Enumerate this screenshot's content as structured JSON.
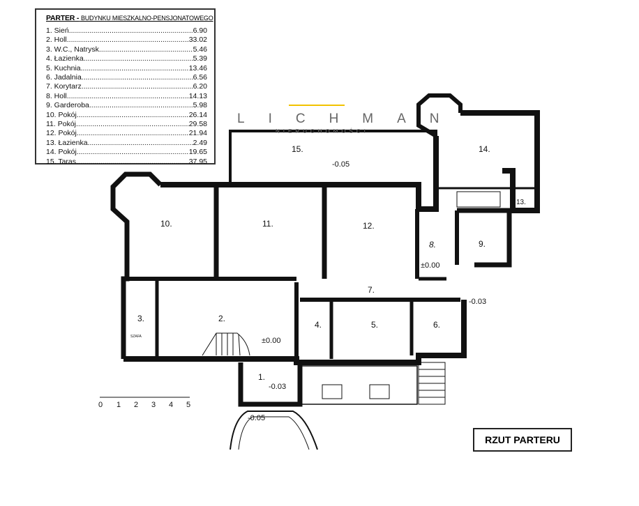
{
  "legend": {
    "title": "PARTER -",
    "subtitle": "BUDYNKU MIESZKALNO-PENSJONATOWEGO",
    "rooms": [
      {
        "name": "1. Sień",
        "area": "6.90"
      },
      {
        "name": "2. Holl",
        "area": "33.02"
      },
      {
        "name": "3. W.C., Natrysk",
        "area": "5.46"
      },
      {
        "name": "4. Łazienka",
        "area": "5.39"
      },
      {
        "name": "5. Kuchnia",
        "area": "13.46"
      },
      {
        "name": "6. Jadalnia",
        "area": "6.56"
      },
      {
        "name": "7. Korytarz",
        "area": "6.20"
      },
      {
        "name": "8. Holl",
        "area": "14.13"
      },
      {
        "name": "9. Garderoba",
        "area": "5.98"
      },
      {
        "name": "10. Pokój",
        "area": "26.14"
      },
      {
        "name": "11. Pokój",
        "area": "29.58"
      },
      {
        "name": "12. Pokój",
        "area": "21.94"
      },
      {
        "name": "13. Łazienka",
        "area": "2.49"
      },
      {
        "name": "14. Pokój",
        "area": "19.65"
      },
      {
        "name": "15. Taras",
        "area": "37.95"
      }
    ]
  },
  "watermark": {
    "brand": "LICHMAN",
    "sub": "NIERUCHOMOŚCI"
  },
  "plan": {
    "labels": {
      "r1": "1.",
      "r2": "2.",
      "r3": "3.",
      "r4": "4.",
      "r5": "5.",
      "r6": "6.",
      "r7": "7.",
      "r8": "8.",
      "r9": "9.",
      "r10": "10.",
      "r11": "11.",
      "r12": "12.",
      "r13": "13.",
      "r14": "14.",
      "r15": "15."
    },
    "levels": {
      "terrace": "-0.05",
      "hall2": "±0.00",
      "hall8": "±0.00",
      "entry": "-0.03",
      "steps": "-0.05",
      "side": "-0.03"
    },
    "closet": "SZAFA",
    "scale": [
      "0",
      "1",
      "2",
      "3",
      "4",
      "5"
    ]
  },
  "title": "RZUT PARTERU"
}
